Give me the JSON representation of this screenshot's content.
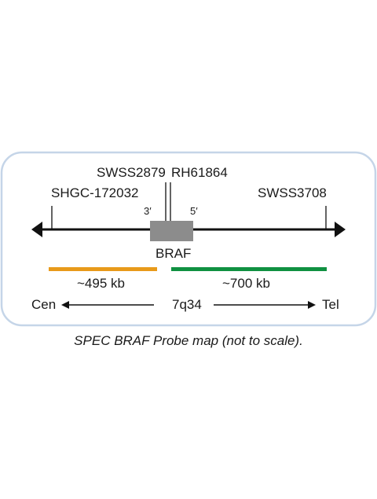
{
  "colors": {
    "frame": "#c5d5e8",
    "line": "#111111",
    "gene_box": "#8c8c8c",
    "orange_probe": "#e89a1a",
    "green_probe": "#109141"
  },
  "markers": {
    "shgc": "SHGC-172032",
    "swss2879": "SWSS2879",
    "rh61864": "RH61864",
    "swss3708": "SWSS3708"
  },
  "gene": {
    "name": "BRAF",
    "end_3": "3′",
    "end_5": "5′"
  },
  "probes": {
    "orange_size": "~495 kb",
    "green_size": "~700 kb"
  },
  "chromosome": {
    "left_end": "Cen",
    "band": "7q34",
    "right_end": "Tel"
  },
  "caption": "SPEC BRAF Probe map (not to scale)."
}
